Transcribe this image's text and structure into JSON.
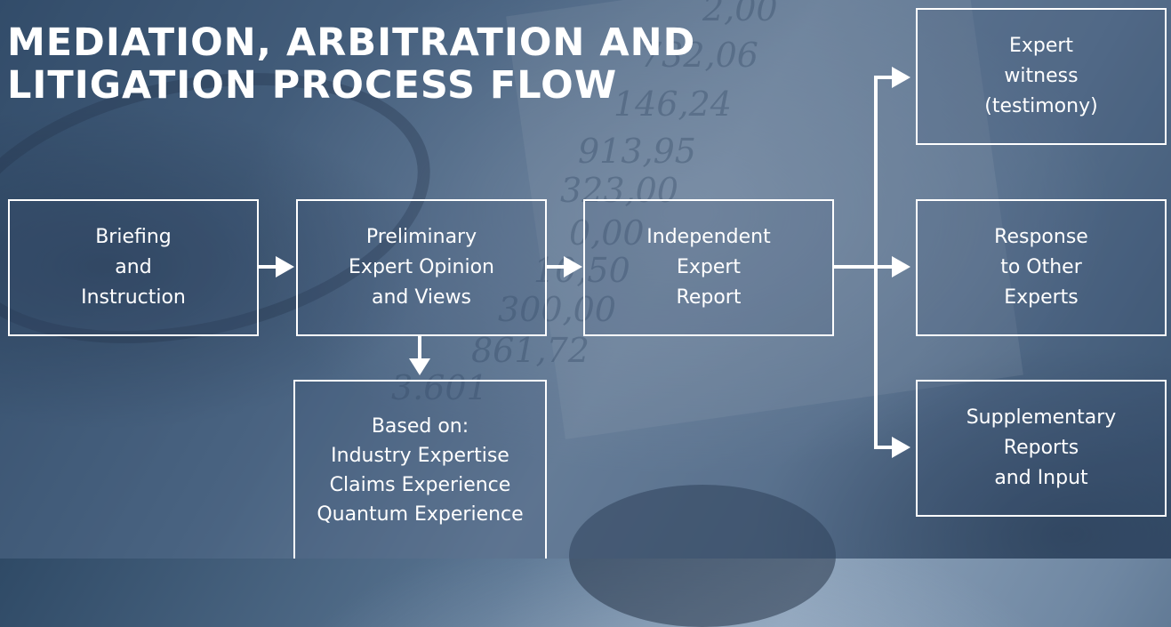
{
  "title": {
    "line1": "MEDIATION, ARBITRATION AND",
    "line2": "LITIGATION PROCESS FLOW"
  },
  "background_numbers": [
    "2,00",
    "732,06",
    "146,24",
    "913,95",
    "323,00",
    "0,00",
    "10,50",
    "300,00",
    "861,72",
    "3.601"
  ],
  "nodes": {
    "briefing": {
      "lines": [
        "Briefing",
        "and",
        "Instruction"
      ]
    },
    "preliminary": {
      "lines": [
        "Preliminary",
        "Expert Opinion",
        "and Views"
      ]
    },
    "based_on": {
      "lines": [
        "Based on:",
        "Industry Expertise",
        "Claims Experience",
        "Quantum Experience"
      ]
    },
    "independent": {
      "lines": [
        "Independent",
        "Expert",
        "Report"
      ]
    },
    "expert_witness": {
      "lines": [
        "Expert",
        "witness",
        "(testimony)"
      ]
    },
    "response": {
      "lines": [
        "Response",
        "to Other",
        "Experts"
      ]
    },
    "supplementary": {
      "lines": [
        "Supplementary",
        "Reports",
        "and Input"
      ]
    }
  },
  "colors": {
    "box_border": "#ffffff",
    "arrow": "#ffffff",
    "text": "#ffffff"
  }
}
